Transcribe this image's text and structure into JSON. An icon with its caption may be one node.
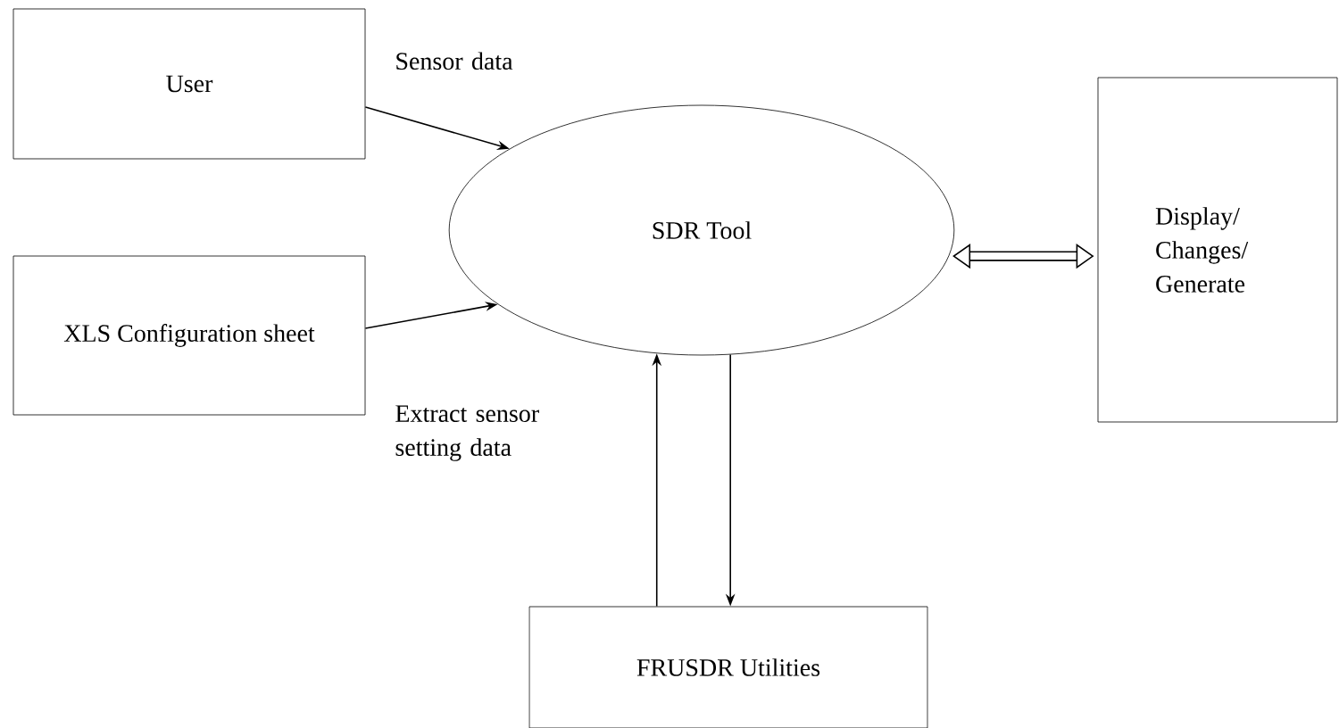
{
  "diagram": {
    "nodes": [
      {
        "text": [
          "User"
        ]
      },
      {
        "text": [
          "XLS Configuration sheet"
        ]
      },
      {
        "text": [
          "SDR Tool"
        ]
      },
      {
        "text": [
          "Display/ Changes/ Generate"
        ]
      },
      {
        "text": [
          "FRUSDR Utilities"
        ]
      }
    ],
    "edges": [
      {
        "from": 0,
        "to": 2,
        "arrow": "to",
        "label": "Sensor data"
      },
      {
        "from": 1,
        "to": 2,
        "arrow": "to",
        "label": "Extract sensor setting data"
      },
      {
        "from": 2,
        "to": 3,
        "arrow": "both",
        "style": "thick"
      },
      {
        "from": 4,
        "to": 2,
        "arrow": "to"
      },
      {
        "from": 2,
        "to": 4,
        "arrow": "to"
      }
    ]
  }
}
